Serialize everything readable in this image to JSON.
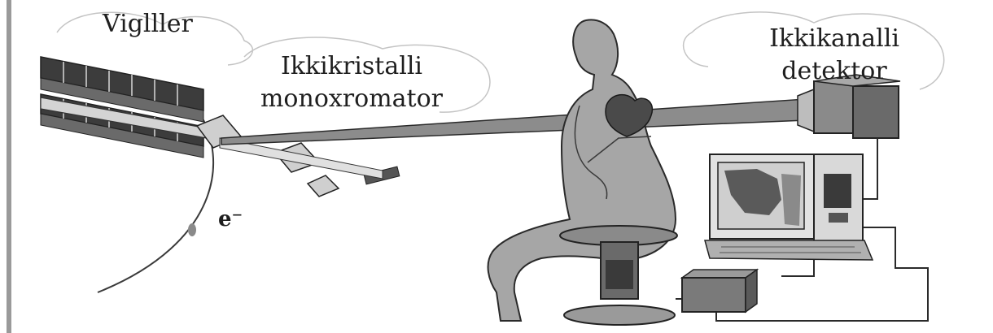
{
  "labels": {
    "wiggler": "Viglller",
    "monochromator_line1": "Ikkikristalli",
    "monochromator_line2": "monoxromator",
    "detector_line1": "Ikkikanalli",
    "detector_line2": "detektor",
    "electron": "e⁻"
  },
  "colors": {
    "background": "#ffffff",
    "line": "#2a2a2a",
    "body_fill": "#a9a9a9",
    "dark_fill": "#4a4a4a",
    "cloud": "#bdbdbd"
  },
  "icons": {
    "wiggler": "wiggler-magnet-icon",
    "crystal": "crystal-plate-icon",
    "patient": "seated-patient-icon",
    "heart": "heart-icon",
    "detector": "detector-icon",
    "computer": "computer-monitor-icon",
    "controller": "control-box-icon"
  }
}
